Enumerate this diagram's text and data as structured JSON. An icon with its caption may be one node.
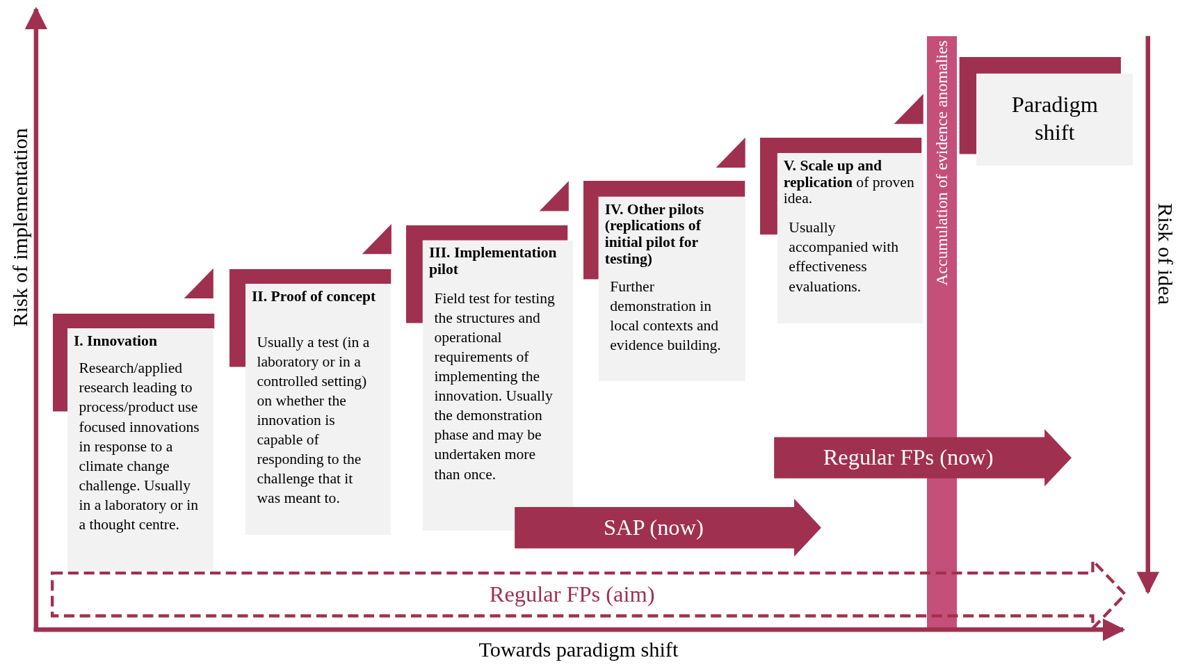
{
  "diagram": {
    "nodes": [
      {
        "text": [
          "I. Innovation",
          "Research/applied research leading to process/product use focused innovations in response to a climate change challenge. Usually in a laboratory or in a thought centre."
        ]
      },
      {
        "text": [
          "II. Proof of concept",
          "Usually a test (in a laboratory or in a controlled setting) on whether the innovation is capable of responding to the challenge that it was meant to."
        ]
      },
      {
        "text": [
          "III. Implementation pilot",
          "Field test for testing the structures and operational requirements of implementing the innovation. Usually the demonstration phase and may be undertaken more than once."
        ]
      },
      {
        "text": [
          "IV. Other pilots (replications of initial pilot for testing)",
          "Further demonstration in local contexts and evidence building."
        ]
      },
      {
        "text": [
          "**V. Scale up and replication** of proven idea.",
          "Usually accompanied with effectiveness evaluations."
        ]
      },
      {
        "text": [
          "Paradigm shift"
        ]
      },
      {
        "text": [
          "Accumulation of evidence anomalies"
        ]
      },
      {
        "text": [
          "Regular FPs (now)"
        ]
      },
      {
        "text": [
          "SAP (now)"
        ]
      },
      {
        "text": [
          "Regular FPs (aim)"
        ]
      }
    ],
    "labels": [
      "Risk of implementation",
      "Risk of idea",
      "Towards paradigm shift"
    ]
  }
}
